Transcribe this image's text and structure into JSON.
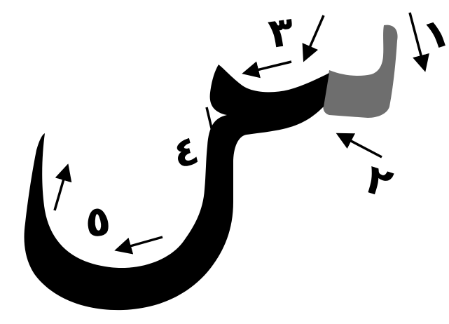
{
  "diagram": {
    "colors": {
      "stroke_main": "#000000",
      "stroke_highlight": "#6e6e6e",
      "arrow": "#000000",
      "background": "#ffffff"
    },
    "steps": [
      {
        "number": "١",
        "arrow_direction": "down"
      },
      {
        "number": "٢",
        "arrow_direction": "up-left"
      },
      {
        "number": "٣",
        "arrow_direction": "down-left"
      },
      {
        "number": "٤",
        "arrow_direction": "down"
      },
      {
        "number": "٥",
        "arrow_direction": "left"
      }
    ]
  }
}
